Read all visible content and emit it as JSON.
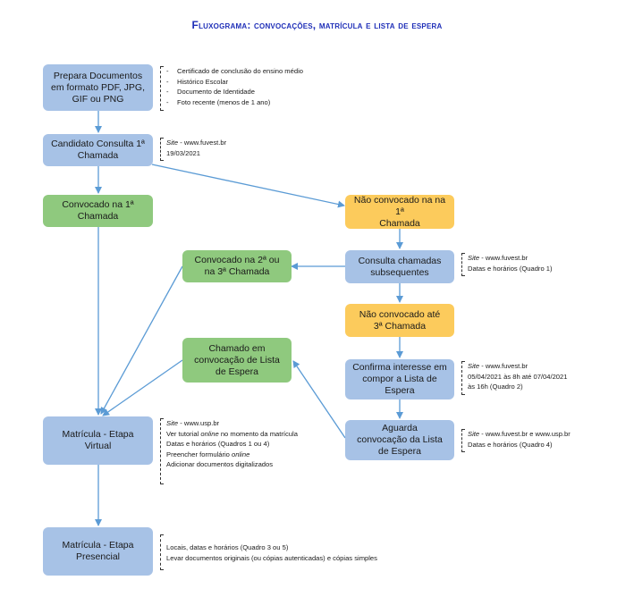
{
  "title": "Fluxograma: convocações, matrícula e lista de espera",
  "nodes": {
    "prepara": "Prepara Documentos\nem formato PDF, JPG,\nGIF ou PNG",
    "consulta1": "Candidato Consulta 1ª\nChamada",
    "convocado1": "Convocado na 1ª\nChamada",
    "nao_convocado1": "Não convocado na na 1ª\nChamada",
    "convocado23": "Convocado na 2ª ou\nna 3ª Chamada",
    "consulta_subseq": "Consulta chamadas\nsubsequentes",
    "nao_convocado3": "Não convocado até\n3ª Chamada",
    "chamado_lista": "Chamado em\nconvocação de Lista\nde Espera",
    "confirma": "Confirma interesse em\ncompor a Lista de\nEspera",
    "aguarda": "Aguarda\nconvocação da Lista\nde Espera",
    "matricula_virtual": "Matrícula - Etapa\nVirtual",
    "matricula_presencial": "Matrícula - Etapa\nPresencial"
  },
  "notes": {
    "documentos": [
      "Certificado de conclusão do ensino médio",
      "Histórico Escolar",
      "Documento de Identidade",
      "Foto recente (menos de 1 ano)"
    ],
    "consulta1": {
      "site_label": "Site",
      "site": " -  www.fuvest.br",
      "date": "19/03/2021"
    },
    "subseq": {
      "site_label": "Site",
      "site": " -  www.fuvest.br",
      "info": "Datas e horários (Quadro 1)"
    },
    "confirma": {
      "site_label": "Site",
      "site": " -  www.fuvest.br",
      "line2": "05/04/2021 às 8h até 07/04/2021",
      "line3": "às 16h (Quadro 2)"
    },
    "aguarda": {
      "site_label": "Site",
      "site": " -  www.fuvest.br e www.usp.br",
      "info": "Datas e horários (Quadro 4)"
    },
    "virtual": {
      "site_label": "Site",
      "site": " -  www.usp.br",
      "tutorial_pre": "Ver tutorial ",
      "tutorial_em": "online",
      "tutorial_post": " no momento da matrícula",
      "datas": "Datas e horários (Quadros 1 ou 4)",
      "form_pre": "Preencher formulário ",
      "form_em": "online",
      "docs": "Adicionar documentos digitalizados"
    },
    "presencial": [
      "Locais, datas e horários (Quadro 3 ou 5)",
      "Levar documentos originais (ou cópias autenticadas) e cópias simples"
    ]
  },
  "colors": {
    "blue_box": "#a7c2e6",
    "green_box": "#8fc97e",
    "orange_box": "#fccb5c",
    "arrow": "#5b9bd5",
    "title": "#1f2fb8"
  }
}
